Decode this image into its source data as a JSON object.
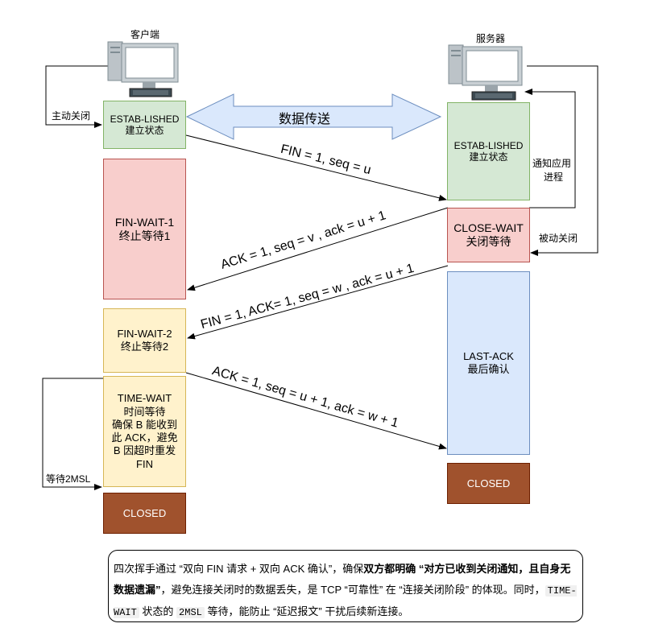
{
  "client": {
    "label": "客户端",
    "icon": "computer-icon"
  },
  "server": {
    "label": "服务器",
    "icon": "computer-icon"
  },
  "data_transfer": "数据传送",
  "client_states": {
    "established": {
      "line1": "ESTAB-LISHED",
      "line2": "建立状态"
    },
    "fin_wait_1": {
      "line1": "FIN-WAIT-1",
      "line2": "终止等待1"
    },
    "fin_wait_2": {
      "line1": "FIN-WAIT-2",
      "line2": "终止等待2"
    },
    "time_wait": {
      "line1": "TIME-WAIT",
      "line2": "时间等待",
      "line3": "确保 B 能收到",
      "line4": "此 ACK，避免",
      "line5": "B 因超时重发",
      "line6": "FIN"
    },
    "closed": "CLOSED"
  },
  "server_states": {
    "established": {
      "line1": "ESTAB-LISHED",
      "line2": "建立状态"
    },
    "close_wait": {
      "line1": "CLOSE-WAIT",
      "line2": "关闭等待"
    },
    "last_ack": {
      "line1": "LAST-ACK",
      "line2": "最后确认"
    },
    "closed": "CLOSED"
  },
  "side_labels": {
    "active_close": "主动关闭",
    "notify_app_line1": "通知应用",
    "notify_app_line2": "进程",
    "passive_close": "被动关闭",
    "wait_2msl": "等待2MSL"
  },
  "messages": {
    "fin1": "FIN = 1, seq = u",
    "ack1": "ACK = 1, seq = v , ack = u + 1",
    "fin2": "FIN = 1, ACK= 1, seq = w , ack = u + 1",
    "ack2": "ACK = 1, seq = u + 1, ack = w + 1"
  },
  "note": {
    "p1": "四次挥手通过 “双向 FIN 请求 + 双向 ACK 确认”，确保",
    "b1": "双方都明确 “对方已收到关闭通知，且自身无数据遗漏”",
    "p2": "，避免连接关闭时的数据丢失，是 TCP “可靠性” 在 “连接关闭阶段” 的体现。同时，",
    "code1": "TIME-WAIT",
    "p3": " 状态的 ",
    "code2": "2MSL",
    "p4": " 等待，能防止 “延迟报文” 干扰后续新连接。"
  }
}
